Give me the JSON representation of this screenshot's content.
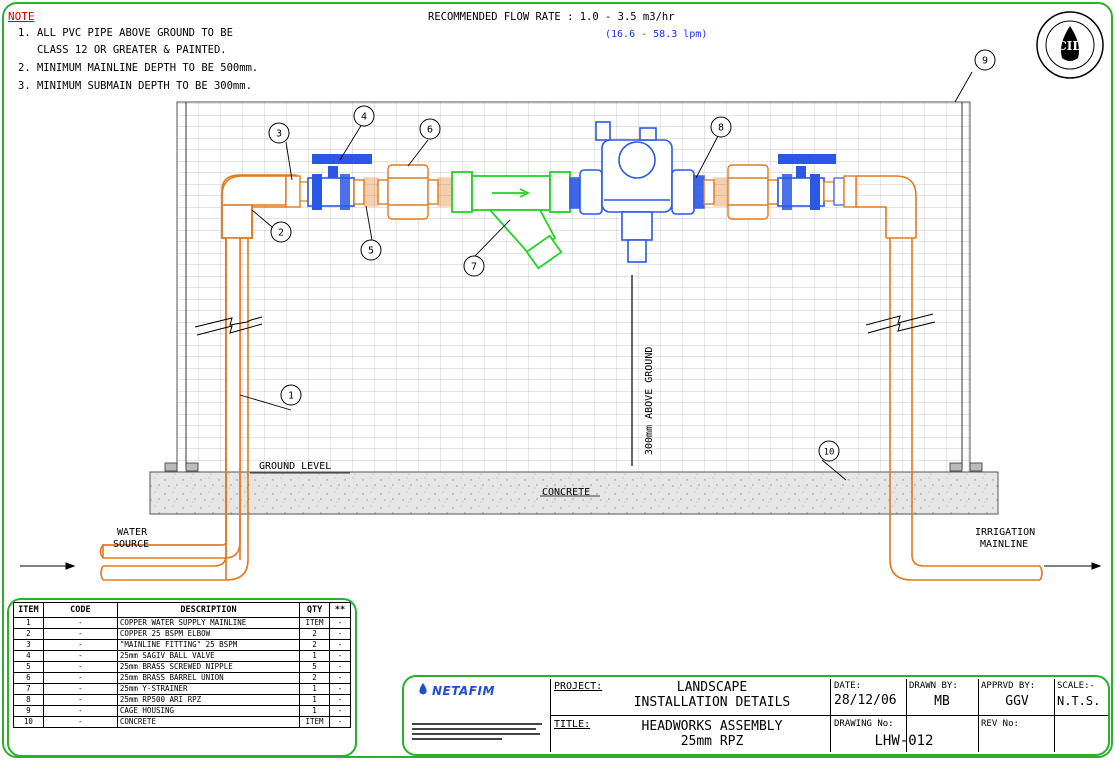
{
  "notes": {
    "heading": "NOTE",
    "items": [
      "1. ALL PVC PIPE ABOVE GROUND TO BE",
      "   CLASS 12 OR GREATER & PAINTED.",
      "2. MINIMUM MAINLINE DEPTH TO BE 500mm.",
      "3. MINIMUM SUBMAIN DEPTH TO BE 300mm."
    ]
  },
  "flow": {
    "line1": "RECOMMENDED FLOW RATE :  1.0 - 3.5 m3/hr",
    "line2": "(16.6 - 58.3 lpm)"
  },
  "labels": {
    "ground_level": "GROUND LEVEL",
    "concrete": "CONCRETE",
    "water_source_1": "WATER",
    "water_source_2": "SOURCE",
    "irrigation_1": "IRRIGATION",
    "irrigation_2": "MAINLINE",
    "above_ground": "300mm ABOVE GROUND"
  },
  "callouts": [
    "1",
    "2",
    "3",
    "4",
    "5",
    "6",
    "7",
    "8",
    "9",
    "10"
  ],
  "parts_table": {
    "headers": [
      "ITEM",
      "CODE",
      "DESCRIPTION",
      "QTY",
      "**"
    ],
    "rows": [
      [
        "1",
        "-",
        "COPPER WATER SUPPLY MAINLINE",
        "ITEM",
        "-"
      ],
      [
        "2",
        "-",
        "COPPER 25 BSPM ELBOW",
        "2",
        "-"
      ],
      [
        "3",
        "-",
        "\"MAINLINE FITTING\" 25 BSPM",
        "2",
        "-"
      ],
      [
        "4",
        "-",
        "25mm SAGIV BALL VALVE",
        "1",
        "-"
      ],
      [
        "5",
        "-",
        "25mm BRASS SCREWED NIPPLE",
        "5",
        "-"
      ],
      [
        "6",
        "-",
        "25mm BRASS BARREL UNION",
        "2",
        "-"
      ],
      [
        "7",
        "-",
        "25mm Y-STRAINER",
        "1",
        "-"
      ],
      [
        "8",
        "-",
        "25mm RP500 ARI RPZ",
        "1",
        "-"
      ],
      [
        "9",
        "-",
        "CAGE HOUSING",
        "1",
        "-"
      ],
      [
        "10",
        "-",
        "CONCRETE",
        "ITEM",
        "-"
      ]
    ]
  },
  "title_block": {
    "logo": "NETAFIM",
    "project_label": "PROJECT:",
    "project_line1": "LANDSCAPE",
    "project_line2": "INSTALLATION DETAILS",
    "title_label": "TITLE:",
    "title_line1": "HEADWORKS ASSEMBLY",
    "title_line2": "25mm RPZ",
    "date_label": "DATE:",
    "date_value": "28/12/06",
    "drawn_label": "DRAWN BY:",
    "drawn_value": "MB",
    "apprvd_label": "APPRVD BY:",
    "apprvd_value": "GGV",
    "scale_label": "SCALE:-",
    "scale_value": "N.T.S.",
    "drawing_label": "DRAWING No:",
    "drawing_value": "LHW-012",
    "rev_label": "REV No:"
  },
  "colors": {
    "border": "#2cb02c",
    "pipe": "#e07a1f",
    "valve_blue": "#2b57e6",
    "strainer": "#22d322",
    "note_red": "#d40000"
  }
}
